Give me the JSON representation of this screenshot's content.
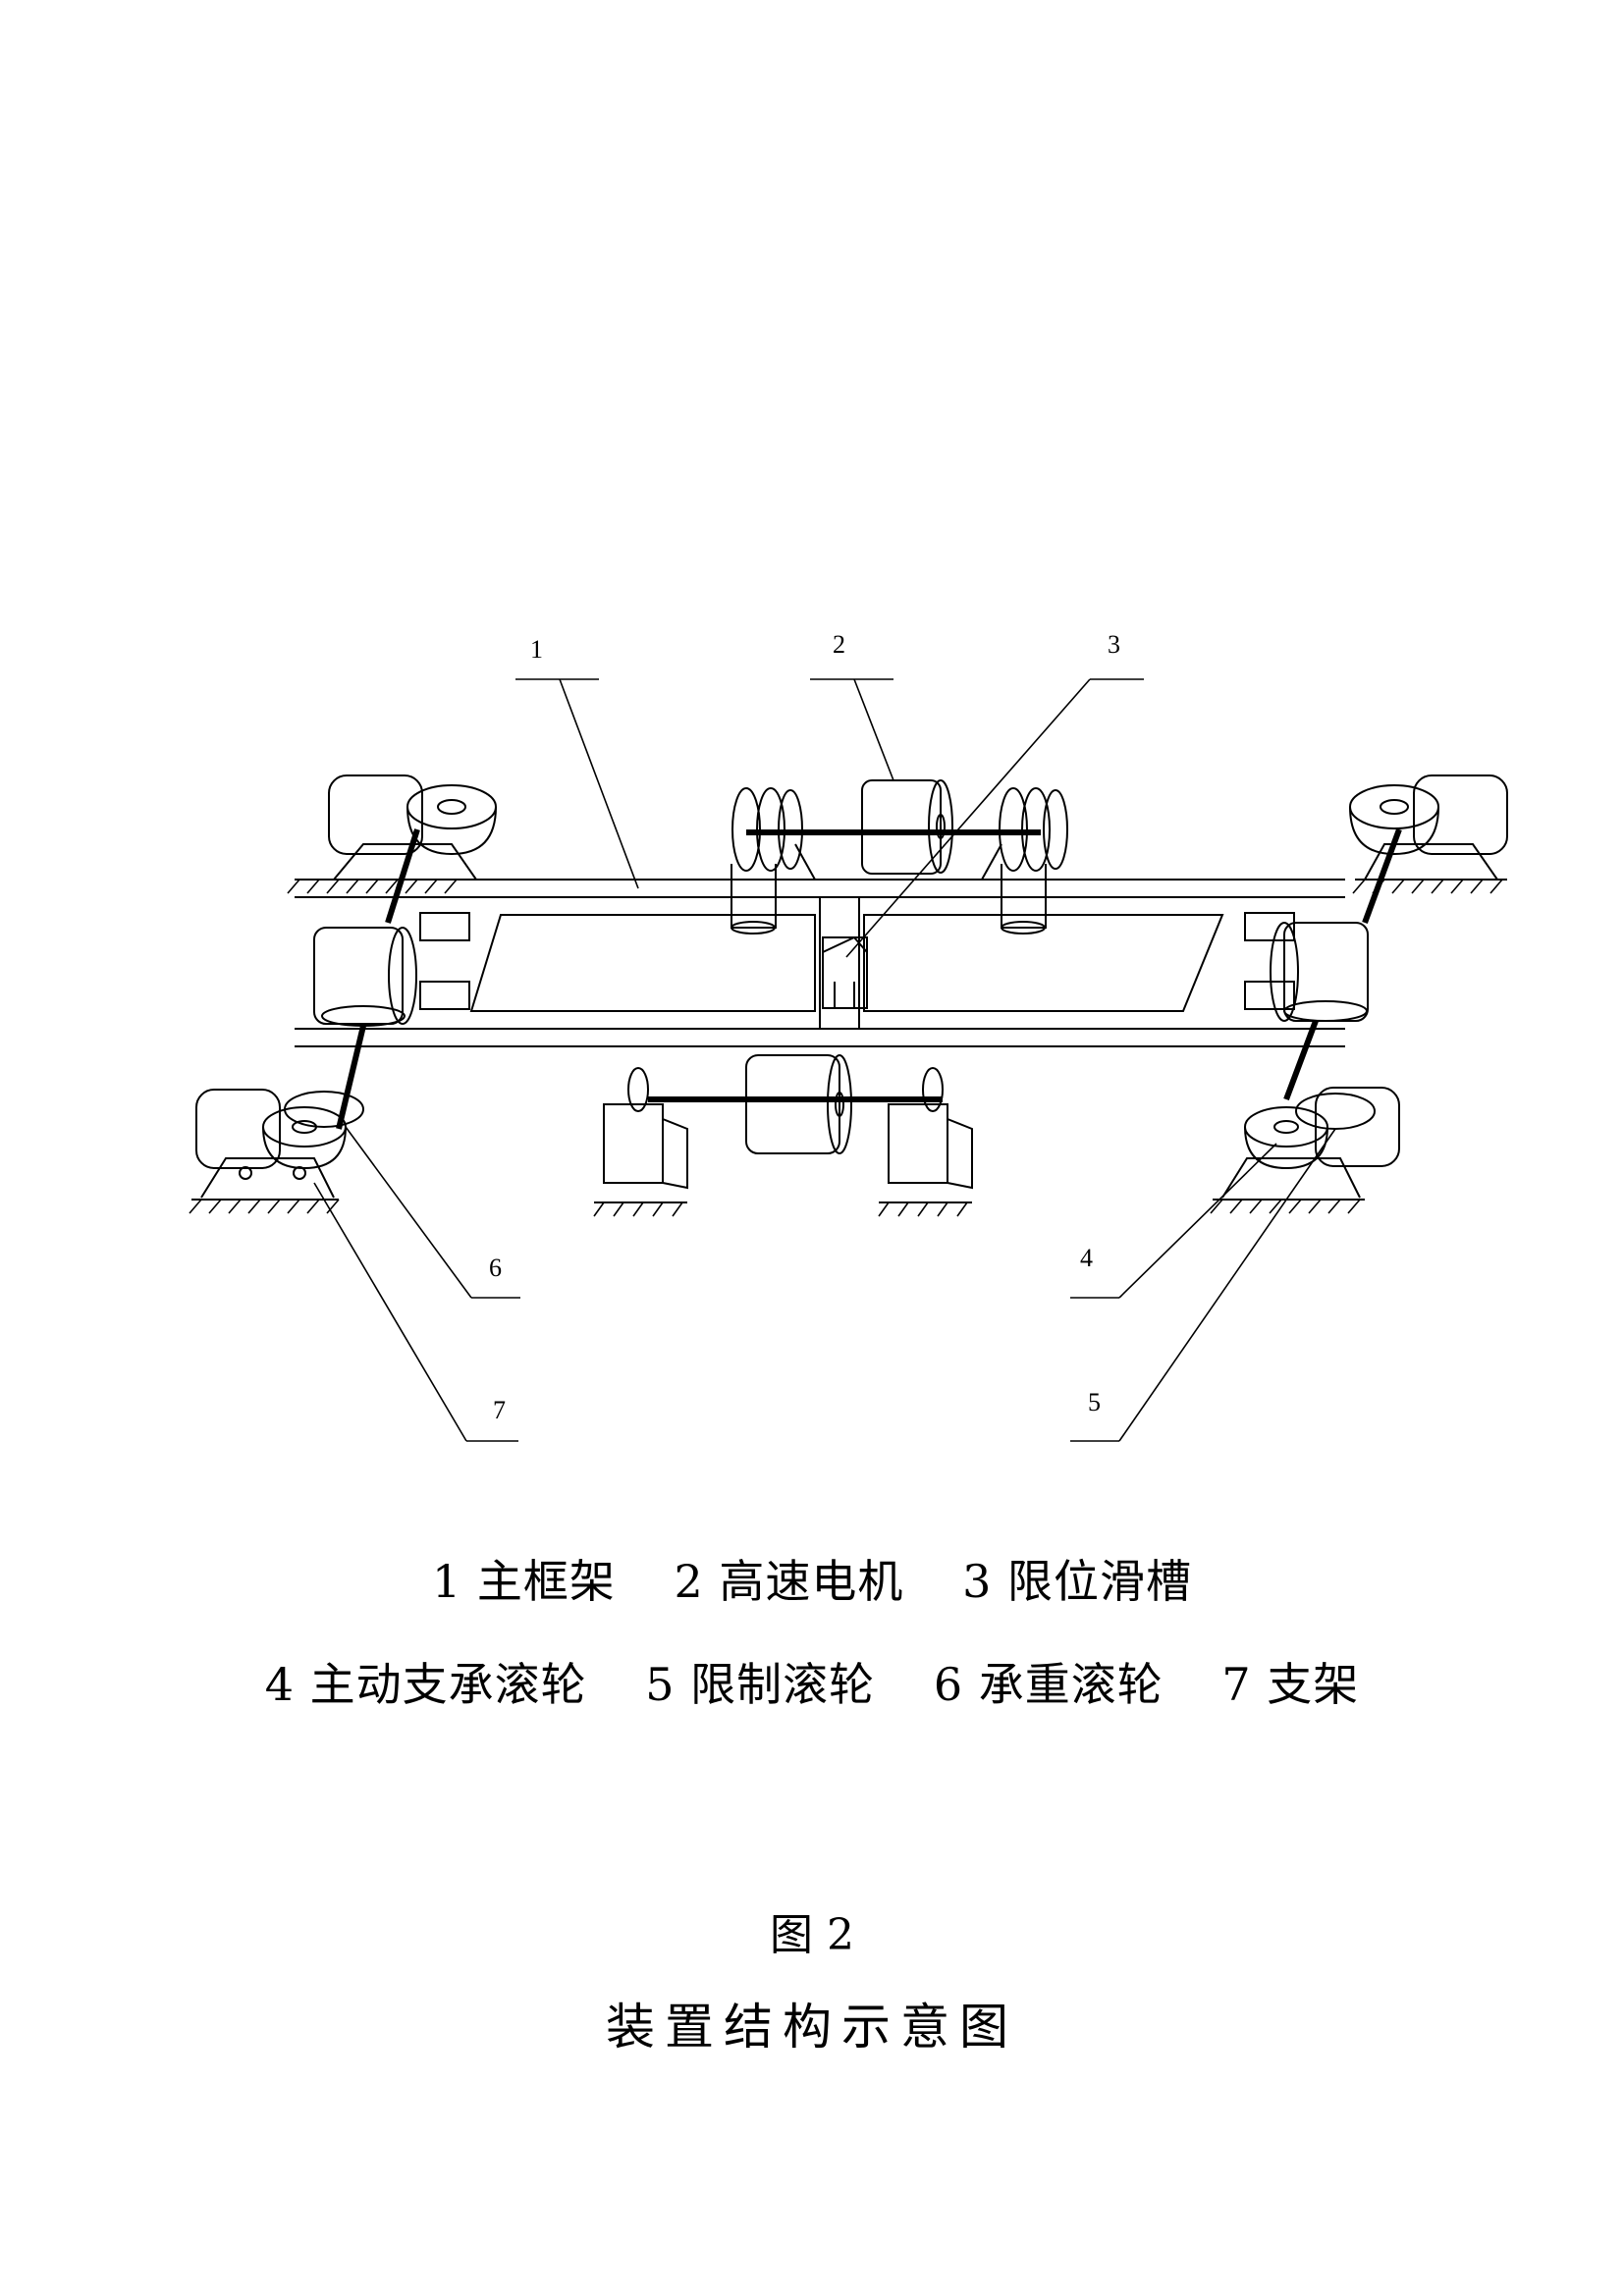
{
  "callouts": {
    "c1": "1",
    "c2": "2",
    "c3": "3",
    "c4": "4",
    "c5": "5",
    "c6": "6",
    "c7": "7"
  },
  "legend": {
    "row1": [
      "1  主框架",
      "2 高速电机",
      "3 限位滑槽"
    ],
    "row2": [
      "4 主动支承滚轮",
      "5 限制滚轮",
      "6 承重滚轮",
      "7 支架"
    ]
  },
  "figure": {
    "number": "图 2",
    "caption": "装置结构示意图"
  }
}
